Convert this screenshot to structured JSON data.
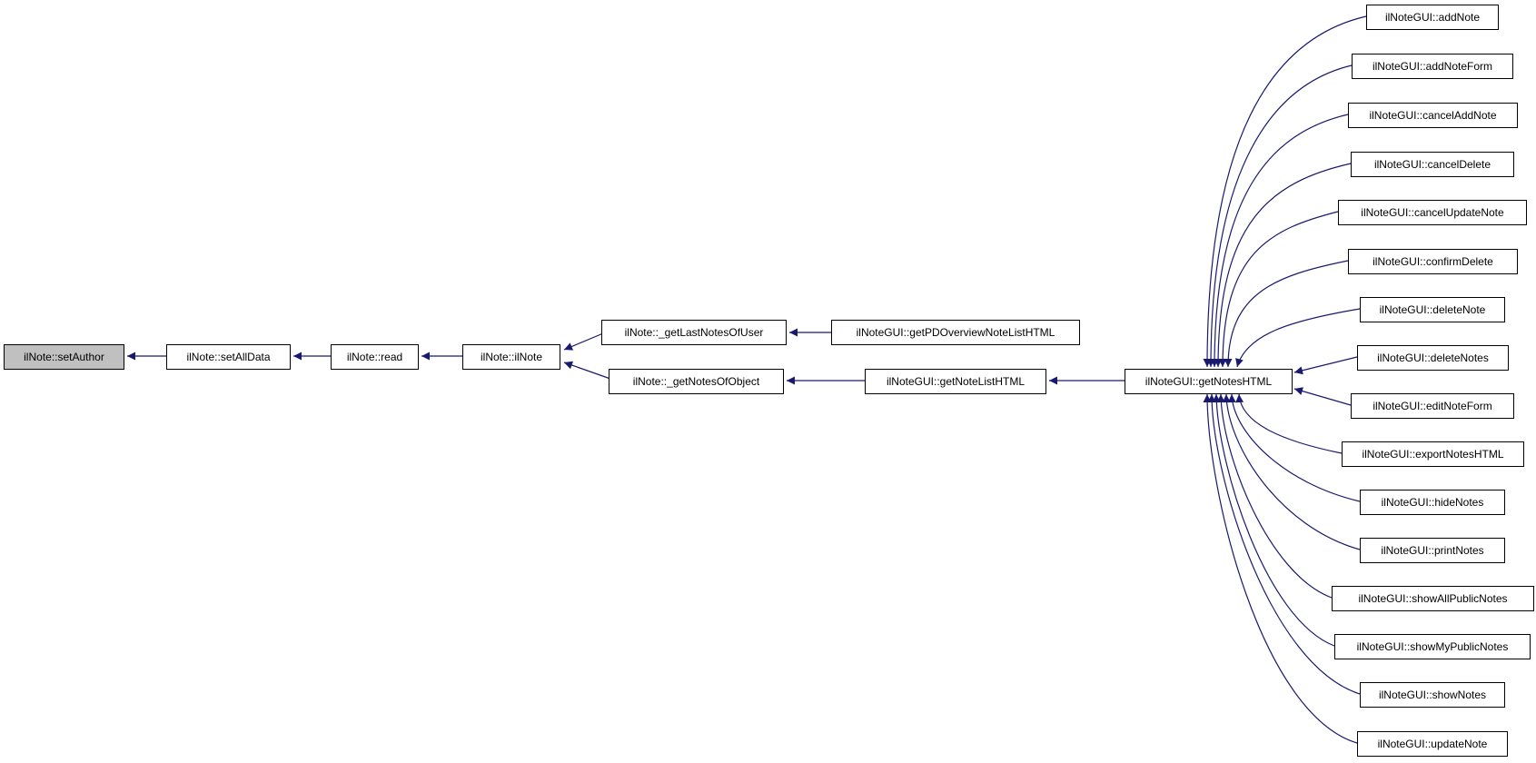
{
  "graph": {
    "focus_node": "ilNote::setAuthor",
    "colors": {
      "edge": "#191970",
      "node_border": "#000000",
      "node_fill": "#ffffff",
      "focus_node_fill": "#c0c0c0",
      "background": "#ffffff"
    },
    "nodes": [
      {
        "id": "setAuthor",
        "label": "ilNote::setAuthor"
      },
      {
        "id": "setAllData",
        "label": "ilNote::setAllData"
      },
      {
        "id": "read",
        "label": "ilNote::read"
      },
      {
        "id": "ilNote",
        "label": "ilNote::ilNote"
      },
      {
        "id": "getLastNotesOfUser",
        "label": "ilNote::_getLastNotesOfUser"
      },
      {
        "id": "getNotesOfObject",
        "label": "ilNote::_getNotesOfObject"
      },
      {
        "id": "getPDOverviewNoteListHTML",
        "label": "ilNoteGUI::getPDOverviewNoteListHTML"
      },
      {
        "id": "getNoteListHTML",
        "label": "ilNoteGUI::getNoteListHTML"
      },
      {
        "id": "getNotesHTML",
        "label": "ilNoteGUI::getNotesHTML"
      },
      {
        "id": "addNote",
        "label": "ilNoteGUI::addNote"
      },
      {
        "id": "addNoteForm",
        "label": "ilNoteGUI::addNoteForm"
      },
      {
        "id": "cancelAddNote",
        "label": "ilNoteGUI::cancelAddNote"
      },
      {
        "id": "cancelDelete",
        "label": "ilNoteGUI::cancelDelete"
      },
      {
        "id": "cancelUpdateNote",
        "label": "ilNoteGUI::cancelUpdateNote"
      },
      {
        "id": "confirmDelete",
        "label": "ilNoteGUI::confirmDelete"
      },
      {
        "id": "deleteNote",
        "label": "ilNoteGUI::deleteNote"
      },
      {
        "id": "deleteNotes",
        "label": "ilNoteGUI::deleteNotes"
      },
      {
        "id": "editNoteForm",
        "label": "ilNoteGUI::editNoteForm"
      },
      {
        "id": "exportNotesHTML",
        "label": "ilNoteGUI::exportNotesHTML"
      },
      {
        "id": "hideNotes",
        "label": "ilNoteGUI::hideNotes"
      },
      {
        "id": "printNotes",
        "label": "ilNoteGUI::printNotes"
      },
      {
        "id": "showAllPublicNotes",
        "label": "ilNoteGUI::showAllPublicNotes"
      },
      {
        "id": "showMyPublicNotes",
        "label": "ilNoteGUI::showMyPublicNotes"
      },
      {
        "id": "showNotes",
        "label": "ilNoteGUI::showNotes"
      },
      {
        "id": "updateNote",
        "label": "ilNoteGUI::updateNote"
      }
    ],
    "edges": [
      {
        "from": "ilNote::setAllData",
        "to": "ilNote::setAuthor"
      },
      {
        "from": "ilNote::read",
        "to": "ilNote::setAllData"
      },
      {
        "from": "ilNote::ilNote",
        "to": "ilNote::read"
      },
      {
        "from": "ilNote::_getLastNotesOfUser",
        "to": "ilNote::ilNote"
      },
      {
        "from": "ilNote::_getNotesOfObject",
        "to": "ilNote::ilNote"
      },
      {
        "from": "ilNoteGUI::getPDOverviewNoteListHTML",
        "to": "ilNote::_getLastNotesOfUser"
      },
      {
        "from": "ilNoteGUI::getNoteListHTML",
        "to": "ilNote::_getNotesOfObject"
      },
      {
        "from": "ilNoteGUI::getNotesHTML",
        "to": "ilNoteGUI::getNoteListHTML"
      },
      {
        "from": "ilNoteGUI::addNote",
        "to": "ilNoteGUI::getNotesHTML"
      },
      {
        "from": "ilNoteGUI::addNoteForm",
        "to": "ilNoteGUI::getNotesHTML"
      },
      {
        "from": "ilNoteGUI::cancelAddNote",
        "to": "ilNoteGUI::getNotesHTML"
      },
      {
        "from": "ilNoteGUI::cancelDelete",
        "to": "ilNoteGUI::getNotesHTML"
      },
      {
        "from": "ilNoteGUI::cancelUpdateNote",
        "to": "ilNoteGUI::getNotesHTML"
      },
      {
        "from": "ilNoteGUI::confirmDelete",
        "to": "ilNoteGUI::getNotesHTML"
      },
      {
        "from": "ilNoteGUI::deleteNote",
        "to": "ilNoteGUI::getNotesHTML"
      },
      {
        "from": "ilNoteGUI::deleteNotes",
        "to": "ilNoteGUI::getNotesHTML"
      },
      {
        "from": "ilNoteGUI::editNoteForm",
        "to": "ilNoteGUI::getNotesHTML"
      },
      {
        "from": "ilNoteGUI::exportNotesHTML",
        "to": "ilNoteGUI::getNotesHTML"
      },
      {
        "from": "ilNoteGUI::hideNotes",
        "to": "ilNoteGUI::getNotesHTML"
      },
      {
        "from": "ilNoteGUI::printNotes",
        "to": "ilNoteGUI::getNotesHTML"
      },
      {
        "from": "ilNoteGUI::showAllPublicNotes",
        "to": "ilNoteGUI::getNotesHTML"
      },
      {
        "from": "ilNoteGUI::showMyPublicNotes",
        "to": "ilNoteGUI::getNotesHTML"
      },
      {
        "from": "ilNoteGUI::showNotes",
        "to": "ilNoteGUI::getNotesHTML"
      },
      {
        "from": "ilNoteGUI::updateNote",
        "to": "ilNoteGUI::getNotesHTML"
      }
    ]
  }
}
